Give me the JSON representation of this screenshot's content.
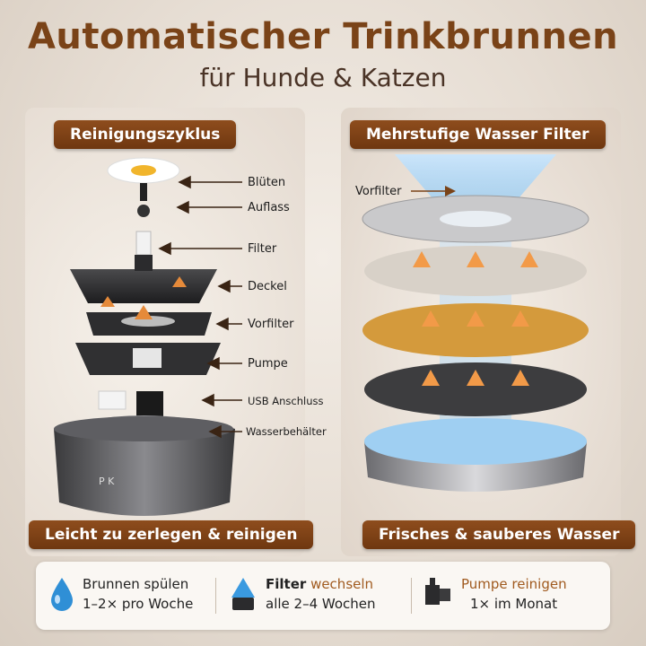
{
  "header": {
    "title": "Automatischer Trinkbrunnen",
    "subtitle": "für Hunde & Katzen"
  },
  "left_panel": {
    "title": "Reinigungszyklus",
    "parts": [
      "Blüten",
      "Auflass",
      "Filter",
      "Deckel",
      "Vorfilter",
      "Pumpe",
      "USB Anschluss",
      "Wasserbehälter"
    ],
    "footer": "Leicht zu zerlegen & reinigen",
    "logo_text": "P K"
  },
  "right_panel": {
    "title": "Mehrstufige Wasser Filter",
    "prefilter_label": "Vorfilter",
    "footer": "Frisches & sauberes Wasser"
  },
  "features": [
    {
      "line1_a": "Brunnen spülen",
      "line1_b": "",
      "line2": "1–2× pro Woche",
      "icon": "water-drop-icon"
    },
    {
      "line1_a": "Filter",
      "line1_b": "wechseln",
      "line2": "alle 2–4 Wochen",
      "icon": "filter-icon"
    },
    {
      "line1_a": "",
      "line1_b": "Pumpe reinigen",
      "line2": "1× im Monat",
      "icon": "pump-icon"
    }
  ],
  "colors": {
    "brand_brown": "#7a4318",
    "accent_orange": "#a05a1f",
    "water_blue": "#2f8fd6"
  }
}
